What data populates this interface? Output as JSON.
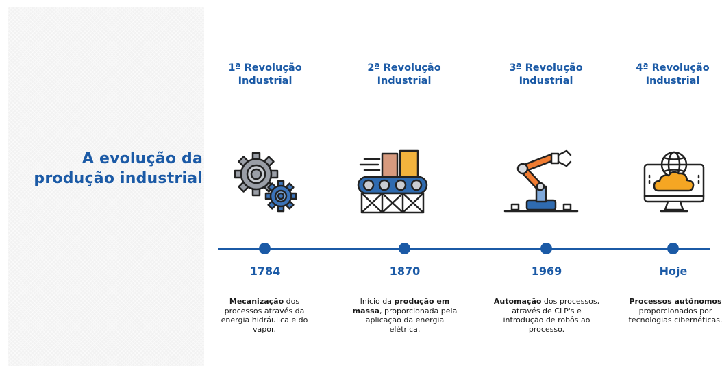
{
  "title": "A evolução da produção industrial",
  "revolutions": [
    {
      "title": "1ª Revolução Industrial",
      "icon": "gears-icon",
      "year": "1784",
      "desc_bold": "Mecanização",
      "desc_rest": " dos processos através da energia hidráulica e do vapor."
    },
    {
      "title": "2ª Revolução Industrial",
      "icon": "conveyor-belt-icon",
      "year": "1870",
      "desc_pre": "Início da ",
      "desc_bold": "produção em massa",
      "desc_rest": ", proporcionada pela aplicação da energia elétrica."
    },
    {
      "title": "3ª Revolução Industrial",
      "icon": "robotic-arm-icon",
      "year": "1969",
      "desc_bold": "Automação",
      "desc_rest": " dos processos, através de CLP's e introdução de robôs ao processo."
    },
    {
      "title": "4ª Revolução Industrial",
      "icon": "cloud-computer-icon",
      "year": "Hoje",
      "desc_bold": "Processos autônomos",
      "desc_rest": " proporcionados por tecnologias cibernéticas."
    }
  ],
  "colors": {
    "accent": "#1b5aa6",
    "panel": "#f2f2f2"
  }
}
